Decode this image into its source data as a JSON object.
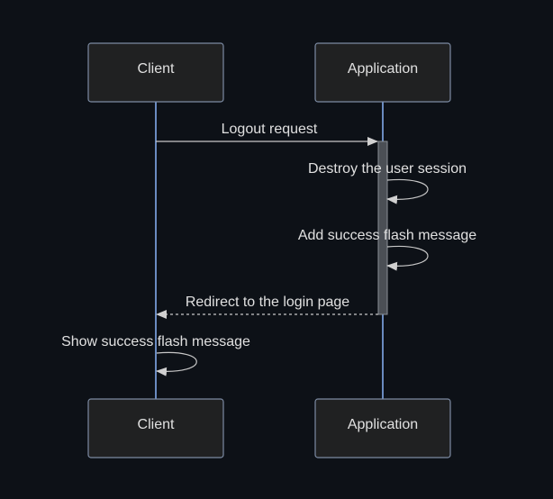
{
  "participants": [
    {
      "id": "client",
      "label": "Client"
    },
    {
      "id": "application",
      "label": "Application"
    }
  ],
  "messages": [
    {
      "label": "Logout request",
      "from": "client",
      "to": "application",
      "style": "solid"
    },
    {
      "label": "Destroy the user session",
      "from": "application",
      "to": "application",
      "style": "self"
    },
    {
      "label": "Add success flash message",
      "from": "application",
      "to": "application",
      "style": "self"
    },
    {
      "label": "Redirect to the login page",
      "from": "application",
      "to": "client",
      "style": "dashed"
    },
    {
      "label": "Show success flash message",
      "from": "client",
      "to": "client",
      "style": "self"
    }
  ],
  "colors": {
    "background": "#0d1117",
    "box_fill": "#202122",
    "box_stroke": "#7c8ba3",
    "lifeline": "#8ab4f8",
    "arrow": "#c8c8c8",
    "text": "#e0e0e0",
    "activation_fill": "#4b4f55"
  }
}
